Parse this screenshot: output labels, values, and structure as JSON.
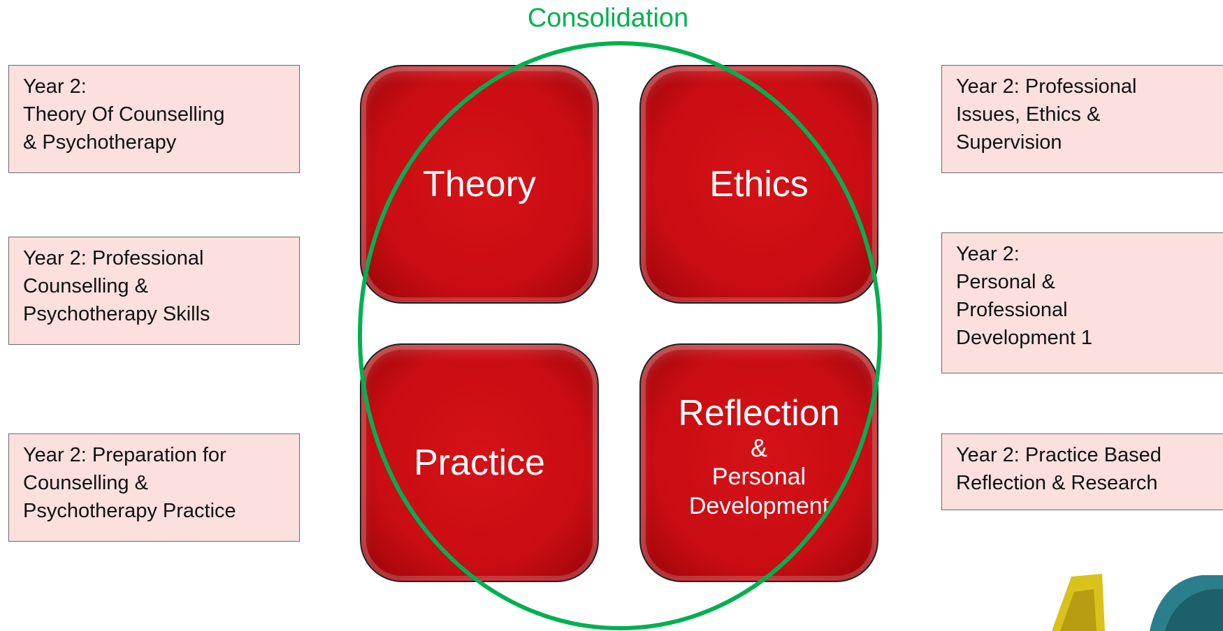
{
  "diagram": {
    "title": "Consolidation",
    "title_color": "#00b050",
    "ring_color": "#00b050",
    "tile_color": "#c8102e",
    "module_box_color": "#fbe0de"
  },
  "left_modules": [
    {
      "lines": [
        "Year 2:",
        "Theory Of Counselling",
        "& Psychotherapy"
      ]
    },
    {
      "lines": [
        "Year 2: Professional",
        "Counselling &",
        "Psychotherapy Skills"
      ]
    },
    {
      "lines": [
        "Year 2: Preparation for",
        "Counselling &",
        "Psychotherapy Practice"
      ]
    }
  ],
  "right_modules": [
    {
      "lines": [
        "Year 2: Professional",
        "Issues, Ethics &",
        "Supervision"
      ]
    },
    {
      "lines": [
        "Year 2:",
        "Personal &",
        "Professional",
        "Development 1"
      ]
    },
    {
      "lines": [
        "Year 2: Practice Based",
        "Reflection & Research"
      ]
    }
  ],
  "tiles": {
    "theory": "Theory",
    "ethics": "Ethics",
    "practice": "Practice",
    "reflection": {
      "main": "Reflection",
      "amp": "&",
      "sub1": "Personal",
      "sub2": "Development"
    }
  },
  "icons": {
    "logo": "partial-logo-icon"
  }
}
